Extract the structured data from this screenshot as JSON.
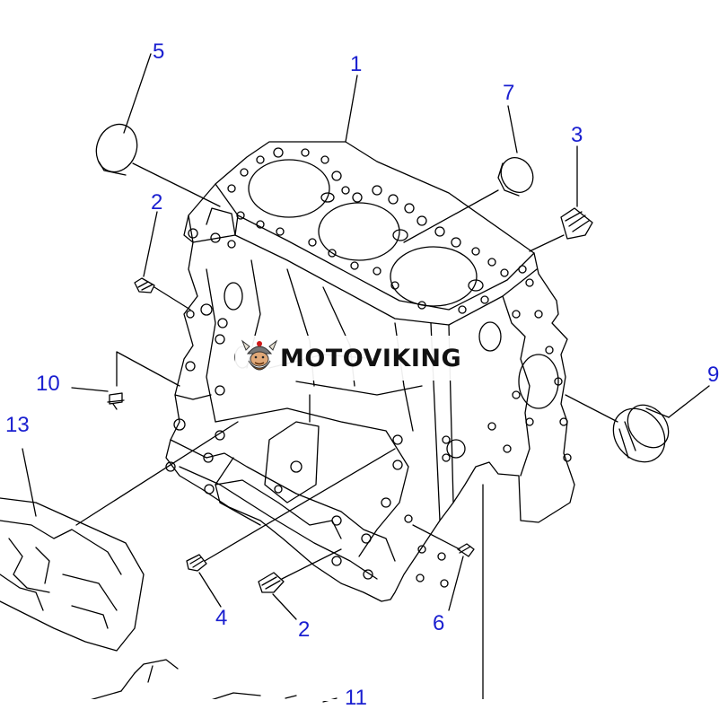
{
  "callouts": {
    "c1": "1",
    "c2a": "2",
    "c2b": "2",
    "c3": "3",
    "c4": "4",
    "c5": "5",
    "c6": "6",
    "c7": "7",
    "c9": "9",
    "c10": "10",
    "c11": "11",
    "c13": "13"
  },
  "watermark": {
    "text": "MOTOVIKING",
    "logo_icon": "viking-head-icon"
  },
  "colors": {
    "callout": "#1a1fd0",
    "line": "#000000",
    "background": "#ffffff"
  }
}
